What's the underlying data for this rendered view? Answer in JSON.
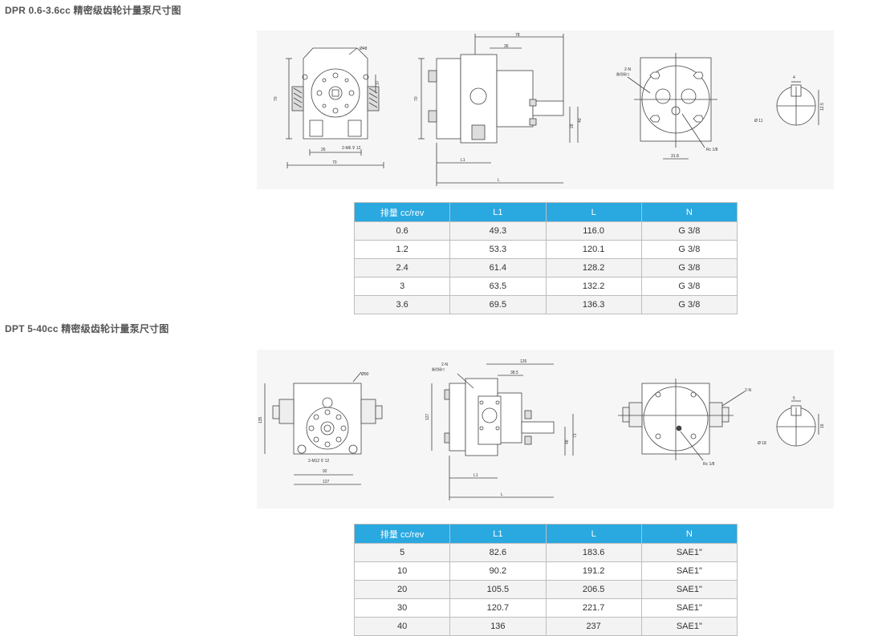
{
  "sections": [
    {
      "title": "DPR 0.6-3.6cc 精密级齿轮计量泵尺寸图",
      "drawing": {
        "front": {
          "d_label": "Ø48",
          "h_label": "70",
          "side_label": "37",
          "hole_label": "2-M6 ⊽ 12",
          "w_inner": "26",
          "w_total": "70"
        },
        "side": {
          "top": "78",
          "mid": "36",
          "h": "70",
          "r1": "40",
          "r2": "28",
          "l1": "L1",
          "l": "L"
        },
        "back": {
          "port_label": "2-N",
          "port_sub": "备用接口",
          "rc": "Rc 1/8",
          "w": "31.8"
        },
        "shaft": {
          "key": "4",
          "dia": "Ø 11",
          "h": "12.5"
        }
      },
      "table": {
        "headers": [
          "排量 cc/rev",
          "L1",
          "L",
          "N"
        ],
        "rows": [
          [
            "0.6",
            "49.3",
            "116.0",
            "G 3/8"
          ],
          [
            "1.2",
            "53.3",
            "120.1",
            "G 3/8"
          ],
          [
            "2.4",
            "61.4",
            "128.2",
            "G 3/8"
          ],
          [
            "3",
            "63.5",
            "132.2",
            "G 3/8"
          ],
          [
            "3.6",
            "69.5",
            "136.3",
            "G 3/8"
          ]
        ]
      }
    },
    {
      "title": "DPT 5-40cc 精密级齿轮计量泵尺寸图",
      "drawing": {
        "front": {
          "d_label": "Ø90",
          "h_label": "135",
          "hole_label": "2-M12 ⊽ 12",
          "w_inner": "92",
          "w_total": "127"
        },
        "side": {
          "top": "126",
          "mid": "38.5",
          "h": "127",
          "r1": "71",
          "r2": "48",
          "l1": "L1",
          "l": "L",
          "port_label": "2-N",
          "port_sub": "备用接口"
        },
        "back": {
          "port_label": "2-N",
          "rc": "Rc 1/8"
        },
        "shaft": {
          "key": "5",
          "dia": "Ø 18",
          "h": "16"
        }
      },
      "table": {
        "headers": [
          "排量 cc/rev",
          "L1",
          "L",
          "N"
        ],
        "rows": [
          [
            "5",
            "82.6",
            "183.6",
            "SAE1\""
          ],
          [
            "10",
            "90.2",
            "191.2",
            "SAE1\""
          ],
          [
            "20",
            "105.5",
            "206.5",
            "SAE1\""
          ],
          [
            "30",
            "120.7",
            "221.7",
            "SAE1\""
          ],
          [
            "40",
            "136",
            "237",
            "SAE1\""
          ]
        ]
      }
    }
  ],
  "colors": {
    "header_blue": "#2aa8e0",
    "line": "#444444"
  }
}
